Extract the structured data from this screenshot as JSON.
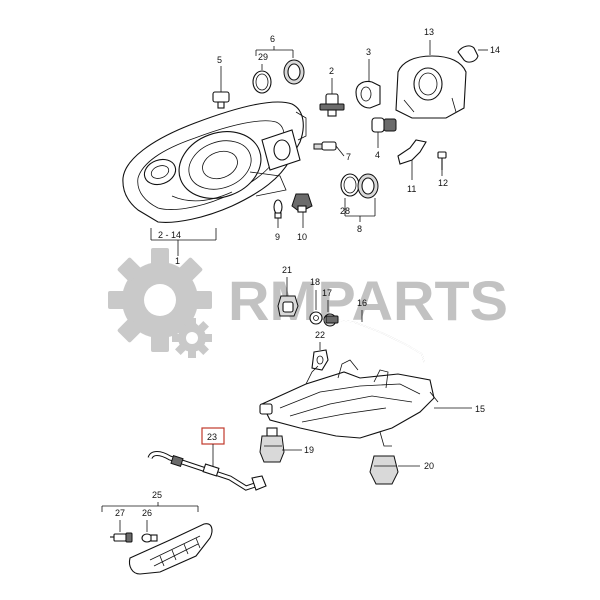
{
  "watermark": {
    "text": "RMPARTS"
  },
  "callouts": {
    "c1": "1",
    "c2": "2",
    "c3": "3",
    "c4": "4",
    "c5": "5",
    "c6": "6",
    "c7": "7",
    "c8": "8",
    "c9": "9",
    "c10": "10",
    "c11": "11",
    "c12": "12",
    "c13": "13",
    "c14": "14",
    "c15": "15",
    "c16": "16",
    "c17": "17",
    "c18": "18",
    "c19": "19",
    "c20": "20",
    "c21": "21",
    "c22": "22",
    "c23": "23",
    "c25": "25",
    "c26": "26",
    "c27": "27",
    "c28": "28",
    "c29": "29",
    "range_2_14": "2 - 14"
  }
}
